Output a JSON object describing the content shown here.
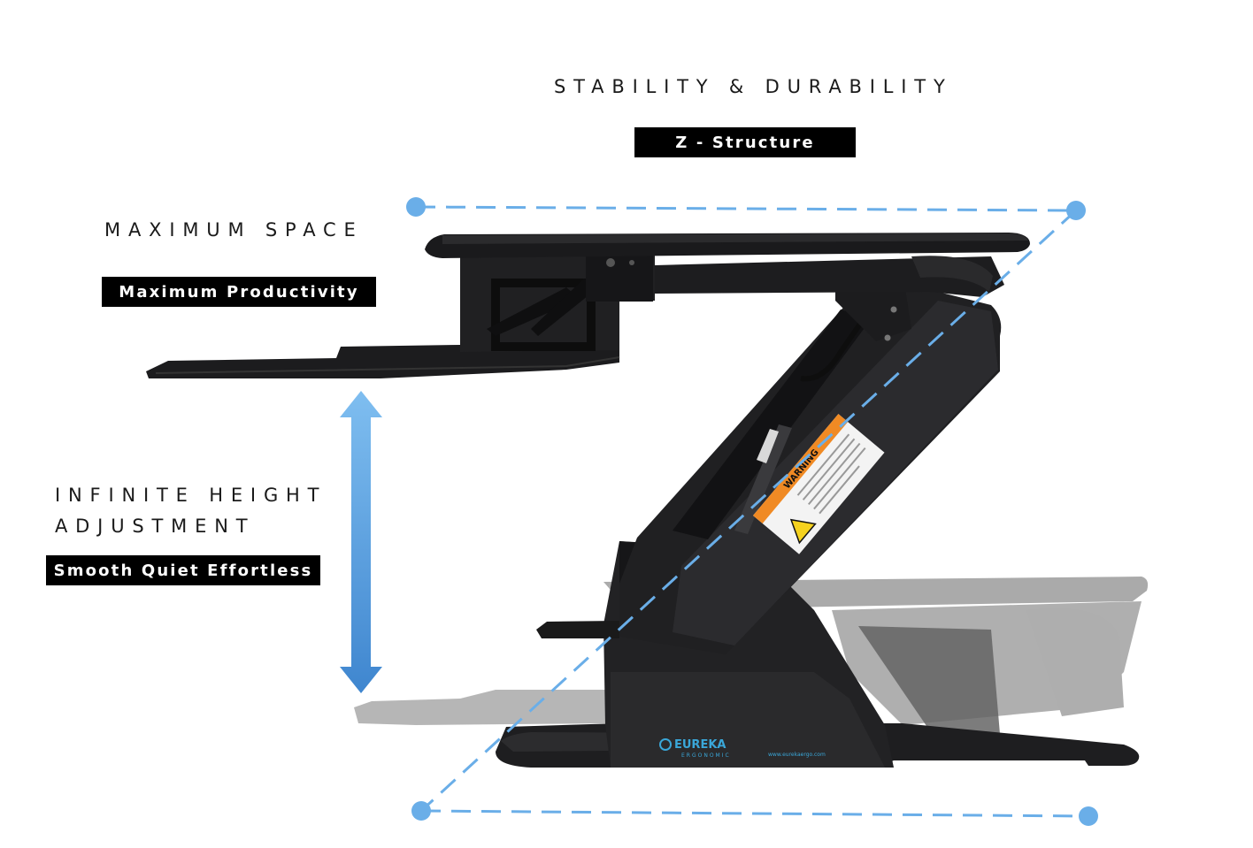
{
  "stability": {
    "heading": "STABILITY & DURABILITY",
    "badge": "Z - Structure"
  },
  "space": {
    "heading": "MAXIMUM SPACE",
    "badge": "Maximum Productivity"
  },
  "height": {
    "heading_line1": "INFINITE HEIGHT",
    "heading_line2": "ADJUSTMENT",
    "badge": "Smooth Quiet Effortless"
  },
  "product": {
    "brand": "EUREKA",
    "brand_sub": "ERGONOMIC",
    "website": "www.eurekaergo.com",
    "warning_label": "WARNING"
  },
  "colors": {
    "accent_blue": "#6aaee8",
    "arrow_blue": "#4a90d6",
    "desk_black": "#1b1b1d",
    "badge_bg": "#000000",
    "warning_orange": "#f08a24",
    "warning_yellow": "#f5d21f"
  }
}
